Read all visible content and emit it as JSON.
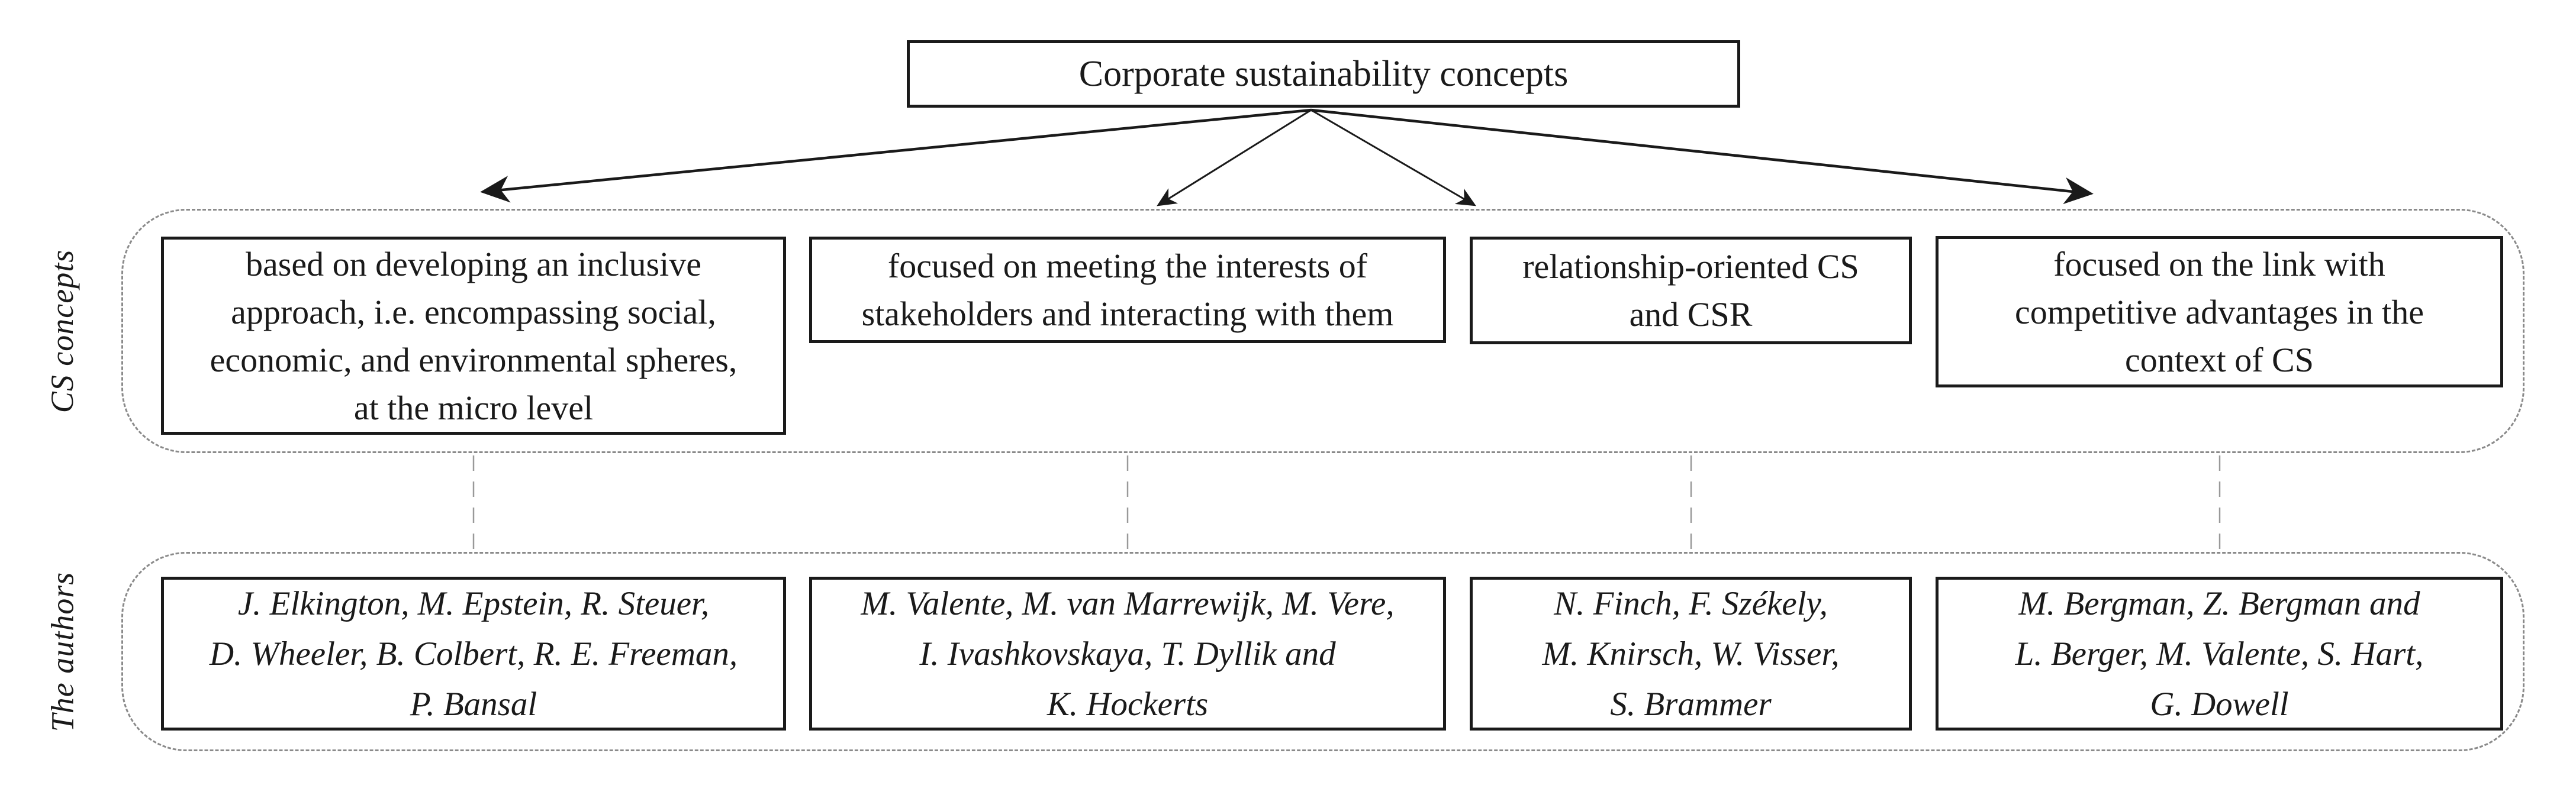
{
  "diagram": {
    "title": "Corporate sustainability concepts",
    "row_labels": {
      "concepts": "CS concepts",
      "authors": "The authors"
    },
    "concepts": [
      {
        "text": [
          "based on developing an inclusive",
          "approach, i.e. encompassing social,",
          "economic, and environmental spheres,",
          "at the micro level"
        ]
      },
      {
        "text": [
          "focused on meeting the interests of",
          "stakeholders and interacting with them"
        ]
      },
      {
        "text": [
          "relationship-oriented CS",
          "and CSR"
        ]
      },
      {
        "text": [
          "focused on the link with",
          "competitive advantages in the",
          "context of CS"
        ]
      }
    ],
    "authors": [
      {
        "text": [
          "J. Elkington, M. Epstein, R. Steuer,",
          "D. Wheeler, B. Colbert, R. E. Freeman,",
          "P. Bansal"
        ]
      },
      {
        "text": [
          "M. Valente, M. van Marrewijk, M. Vere,",
          "I. Ivashkovskaya, T. Dyllik and",
          "K. Hockerts"
        ]
      },
      {
        "text": [
          "N. Finch, F. Székely,",
          "M. Knirsch, W. Visser,",
          "S. Brammer"
        ]
      },
      {
        "text": [
          "M. Bergman, Z. Bergman and",
          "L. Berger, M. Valente, S. Hart,",
          "G. Dowell"
        ]
      }
    ],
    "colors": {
      "box_border": "#1a1a1a",
      "dashed_border": "#8a8a8a",
      "connector": "#999999",
      "text": "#1a1a1a",
      "background": "#ffffff"
    }
  }
}
